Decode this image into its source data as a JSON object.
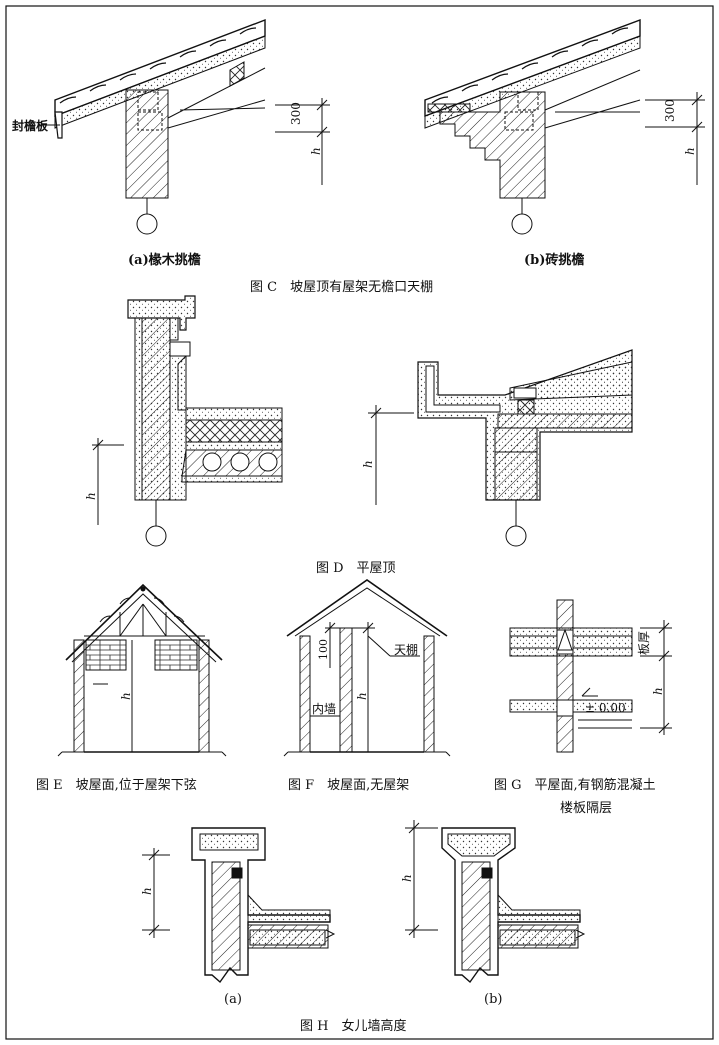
{
  "labels": {
    "fengyanban": "封檐板",
    "h": "h",
    "dim300": "300",
    "dim100": "100",
    "tianpeng": "天棚",
    "neiqiang": "内墙",
    "banhou": "板厚",
    "elev": "± 0.00"
  },
  "captions": {
    "c_a": "(a)椽木挑檐",
    "c_b": "(b)砖挑檐",
    "fig_c": "图 C　坡屋顶有屋架无檐口天棚",
    "fig_d": "图 D　平屋顶",
    "fig_e": "图 E　坡屋面,位于屋架下弦",
    "fig_f": "图 F　坡屋面,无屋架",
    "fig_g1": "图 G　平屋面,有钢筋混凝土",
    "fig_g2": "楼板隔层",
    "h_a": "(a)",
    "h_b": "(b)",
    "fig_h": "图 H　女儿墙高度"
  },
  "colors": {
    "ink": "#111111",
    "paper": "#ffffff"
  }
}
